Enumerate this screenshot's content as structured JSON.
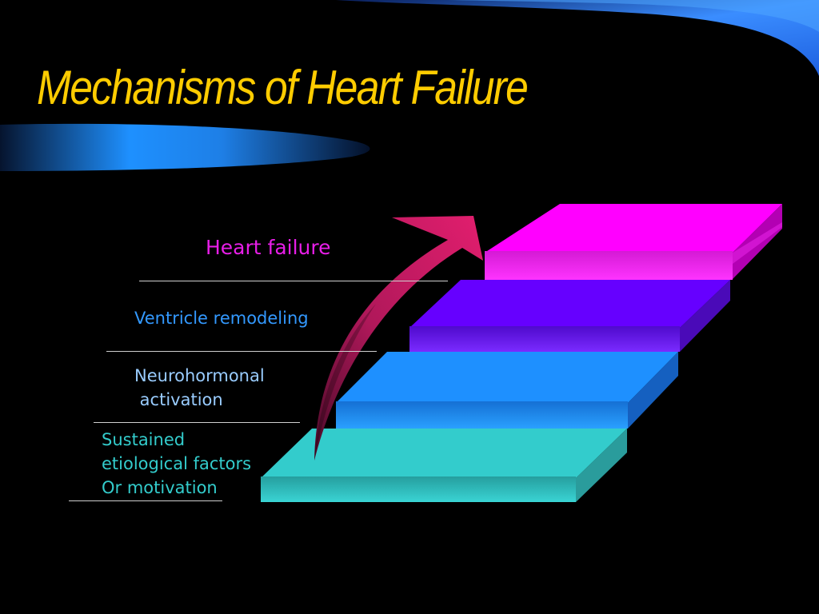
{
  "slide": {
    "title": "Mechanisms of Heart Failure",
    "steps": [
      {
        "label": "Heart failure",
        "color": "#ff00ff",
        "label_color": "#e81ee8"
      },
      {
        "label": "Ventricle remodeling",
        "color": "#6600ff",
        "label_color": "#3399ff"
      },
      {
        "label": "Neurohormonal\n activation",
        "color": "#1e90ff",
        "label_color": "#99ccff"
      },
      {
        "label": "Sustained\netiological factors\nOr motivation",
        "color": "#33cccc",
        "label_color": "#33cccc"
      }
    ],
    "arrow_color": "#cc1a66",
    "title_color": "#ffcc00"
  }
}
